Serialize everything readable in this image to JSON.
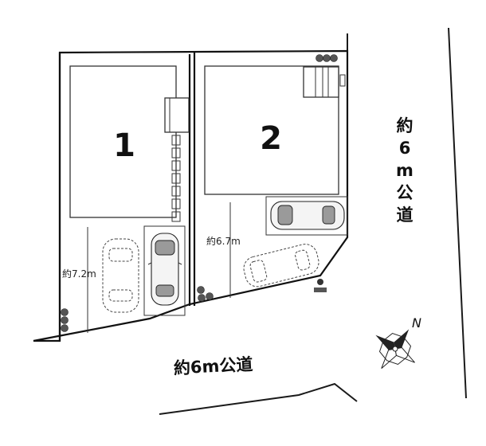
{
  "lots": [
    {
      "number": "1"
    },
    {
      "number": "2"
    }
  ],
  "roads": {
    "south": "約6m公道",
    "east": [
      "約",
      "6",
      "m",
      "公",
      "道"
    ]
  },
  "dimensions": {
    "lot1_depth": "約7.2m",
    "lot2_depth": "約6.7m"
  },
  "compass": {
    "north_label": "N"
  }
}
